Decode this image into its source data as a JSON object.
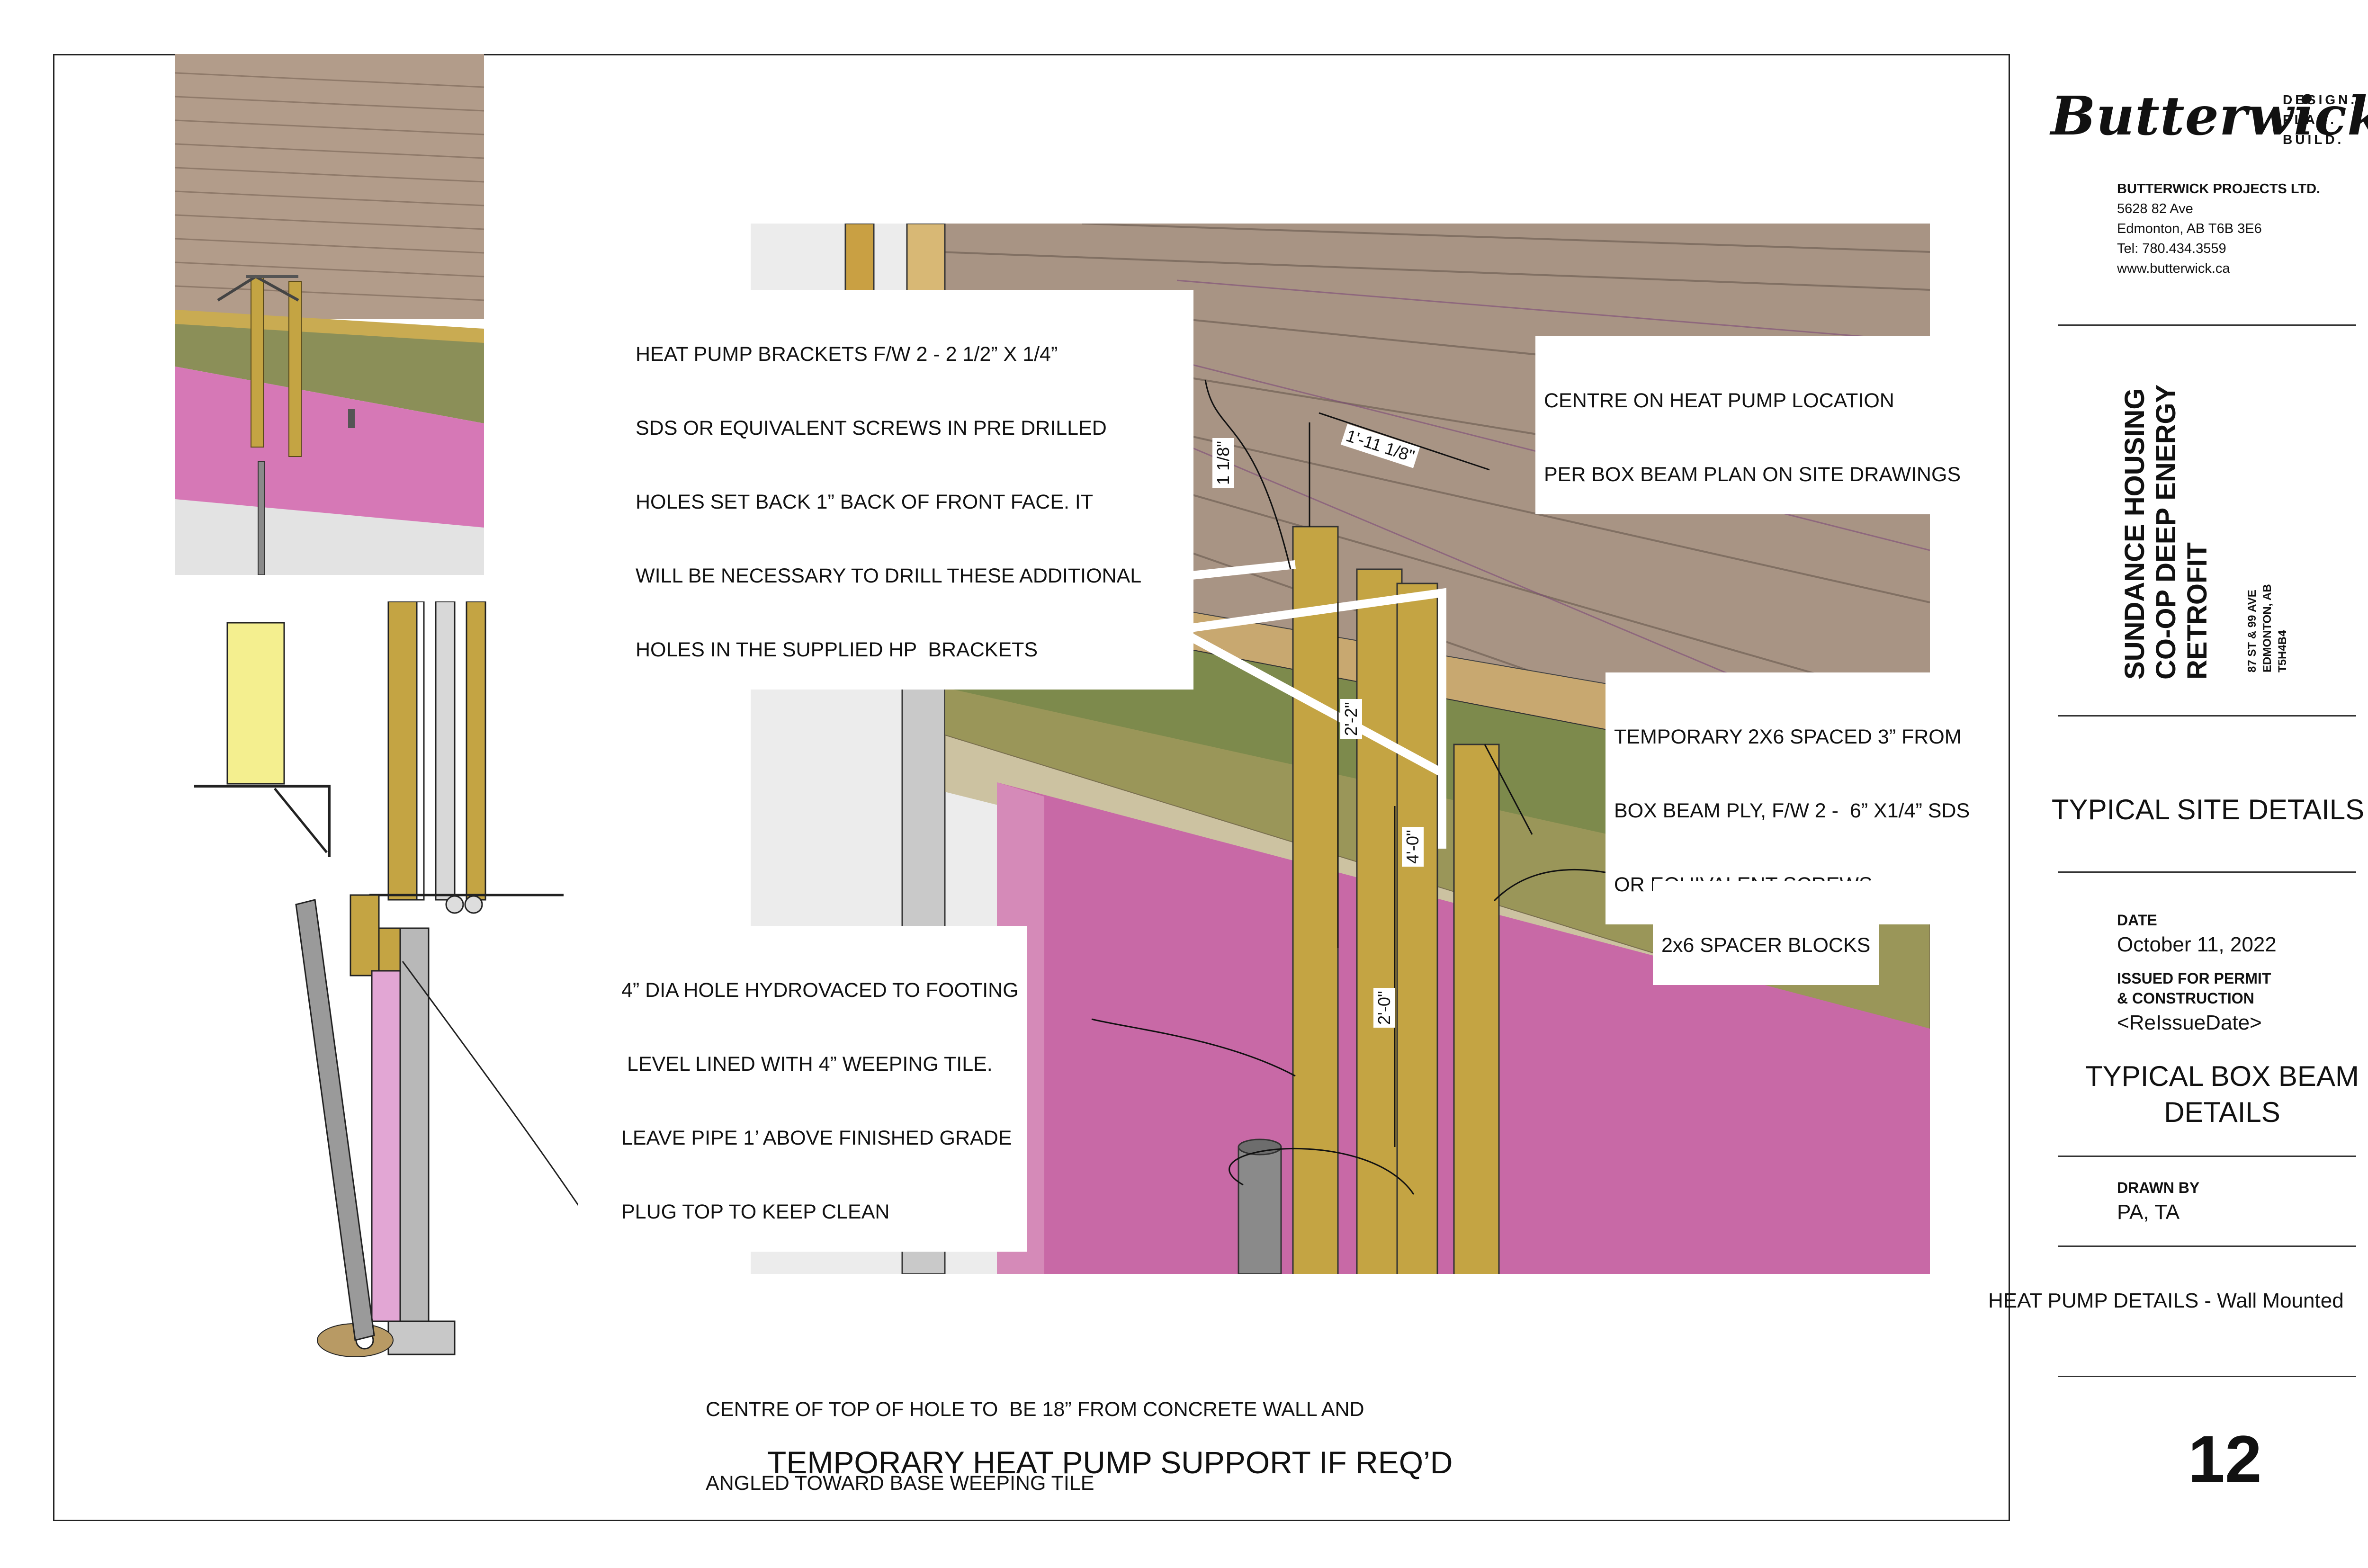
{
  "logo": {
    "wordmark": "Butterwick",
    "tag_lines": [
      "DESIGN.",
      "PLAN.",
      "BUILD."
    ]
  },
  "company": {
    "name": "BUTTERWICK PROJECTS LTD.",
    "address1": "5628 82 Ave",
    "address2": "Edmonton, AB T6B 3E6",
    "tel": "Tel: 780.434.3559",
    "web": "www.butterwick.ca"
  },
  "project": {
    "name_lines": [
      "SUNDANCE HOUSING",
      "CO-OP DEEP ENERGY",
      "RETROFIT"
    ],
    "address_lines": [
      "87 ST & 99 AVE",
      "EDMONTON, AB",
      "T5H4B4"
    ]
  },
  "title_block": {
    "section_title": "TYPICAL SITE DETAILS",
    "date_label": "DATE",
    "date_value": "October 11, 2022",
    "issued_label_1": "ISSUED FOR PERMIT",
    "issued_label_2": "& CONSTRUCTION",
    "reissue_value": "<ReIssueDate>",
    "detail_title_1": "TYPICAL BOX BEAM",
    "detail_title_2": "DETAILS",
    "drawn_by_label": "DRAWN BY",
    "drawn_by_value": "PA, TA",
    "sheet_desc": "HEAT PUMP DETAILS - Wall Mounted",
    "sheet_number": "12"
  },
  "drawing": {
    "main_caption": "TEMPORARY HEAT PUMP SUPPORT IF REQ’D",
    "note_brackets": [
      "HEAT PUMP BRACKETS F/W 2 - 2 1/2” X 1/4”",
      "SDS OR EQUIVALENT SCREWS IN PRE DRILLED",
      "HOLES SET BACK 1” BACK OF FRONT FACE. IT",
      "WILL BE NECESSARY TO DRILL THESE ADDITIONAL",
      "HOLES IN THE SUPPLIED HP  BRACKETS"
    ],
    "note_centre": [
      "CENTRE ON HEAT PUMP LOCATION",
      "PER BOX BEAM PLAN ON SITE DRAWINGS"
    ],
    "note_temporary": [
      "TEMPORARY 2X6 SPACED 3” FROM",
      "BOX BEAM PLY, F/W 2 -  6” X1/4” SDS",
      "OR EQUIVALENT SCREWS"
    ],
    "note_spacer": [
      "2x6 SPACER BLOCKS"
    ],
    "note_hole": [
      "4” DIA HOLE HYDROVACED TO FOOTING",
      " LEVEL LINED WITH 4” WEEPING TILE.",
      "LEAVE PIPE 1’ ABOVE FINISHED GRADE",
      "PLUG TOP TO KEEP CLEAN"
    ],
    "note_centre_hole": [
      "CENTRE OF TOP OF HOLE TO  BE 18” FROM CONCRETE WALL AND",
      "ANGLED TOWARD BASE WEEPING TILE"
    ],
    "dimensions": {
      "d_1_1_8": "1 1/8\"",
      "d_1_11_1_8": "1'-11 1/8\"",
      "d_2_2": "2'-2\"",
      "d_4_0": "4'-0\"",
      "d_2_0": "2'-0\""
    }
  },
  "colors": {
    "siding": "#a89484",
    "insulation": "#c869a6",
    "lumber": "#c4a443",
    "osb": "#c8a870",
    "concrete": "#bdbdbd",
    "green_board": "#7d8a4c"
  }
}
